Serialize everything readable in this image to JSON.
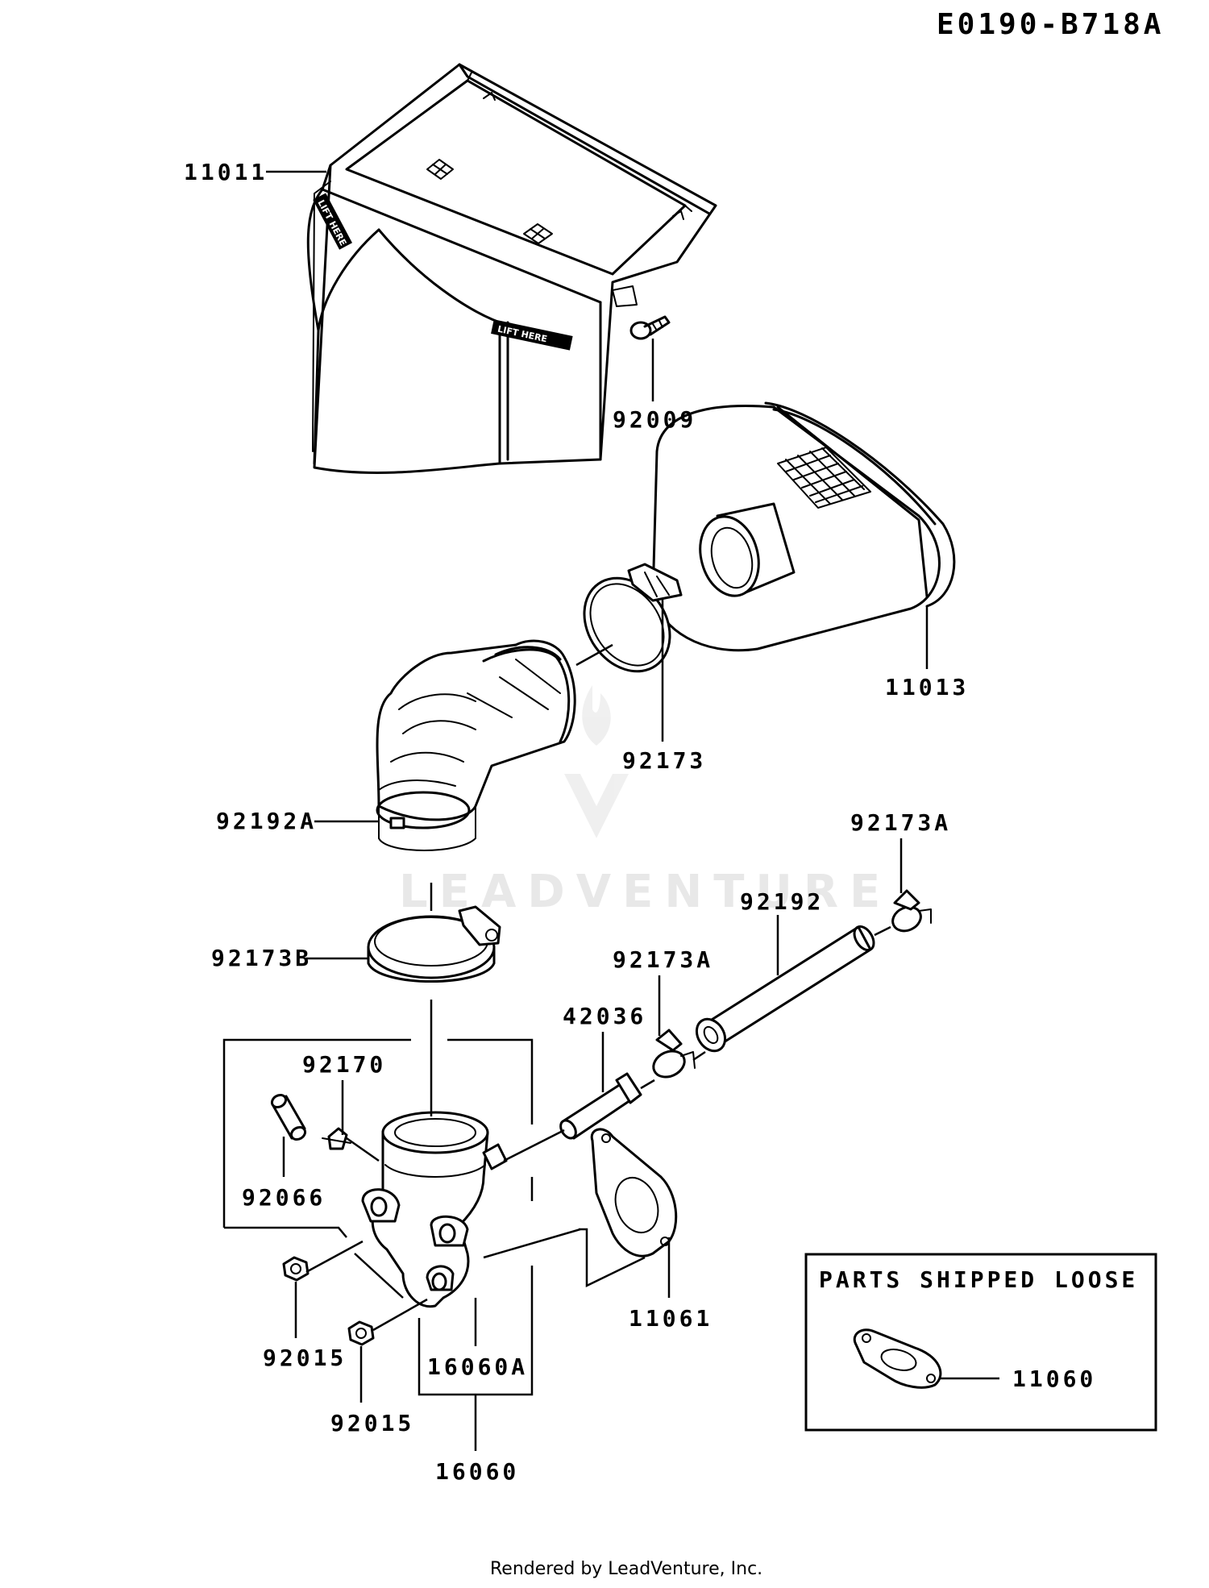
{
  "diagram": {
    "code": "E0190-B718A",
    "footer": "Rendered by LeadVenture, Inc.",
    "watermark": "LEADVENTURE",
    "box_title": "PARTS SHIPPED LOOSE",
    "stamp_text": "LIFT HERE",
    "parts": [
      {
        "id": "p11011",
        "label": "11011"
      },
      {
        "id": "p92009",
        "label": "92009"
      },
      {
        "id": "p11013",
        "label": "11013"
      },
      {
        "id": "p92173",
        "label": "92173"
      },
      {
        "id": "p92192A",
        "label": "92192A"
      },
      {
        "id": "p92173A_1",
        "label": "92173A"
      },
      {
        "id": "p92192",
        "label": "92192"
      },
      {
        "id": "p92173B",
        "label": "92173B"
      },
      {
        "id": "p92173A_2",
        "label": "92173A"
      },
      {
        "id": "p42036",
        "label": "42036"
      },
      {
        "id": "p92170",
        "label": "92170"
      },
      {
        "id": "p92066",
        "label": "92066"
      },
      {
        "id": "p11061",
        "label": "11061"
      },
      {
        "id": "p92015_1",
        "label": "92015"
      },
      {
        "id": "p16060A",
        "label": "16060A"
      },
      {
        "id": "p92015_2",
        "label": "92015"
      },
      {
        "id": "p16060",
        "label": "16060"
      },
      {
        "id": "p11060",
        "label": "11060"
      }
    ]
  }
}
